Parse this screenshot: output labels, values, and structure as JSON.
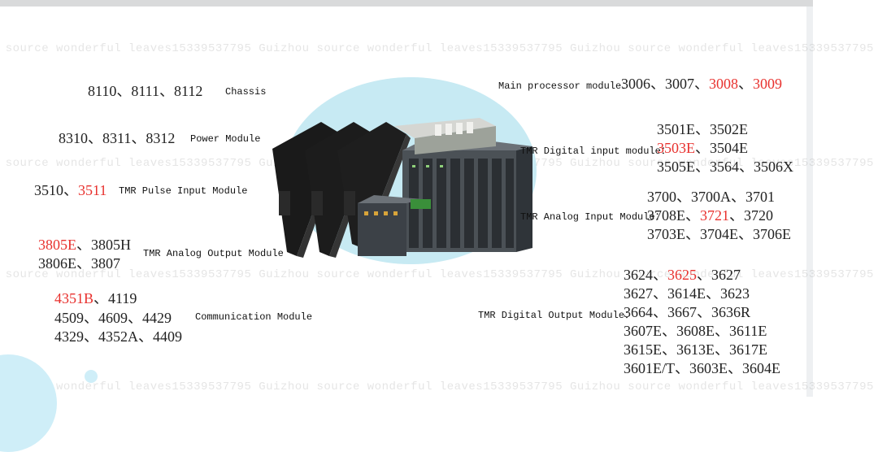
{
  "watermark": {
    "line1": "ou source wonderful leaves15339537795  Guizhou source wonderful leaves15339537795  Guizhou source wonderful leaves15339537795",
    "line2": "ou source wonderful leaves15339537795  Guizhou source wonderful leaves15339537795  Guizhou source wonderful leaves15339537795",
    "line3": "ou source wonderful leaves15339537795  Guizhou source wonderful leaves15339537795  Guizhou source wonderful leaves15339537795",
    "line4": "ou source wonderful leaves15339537795  Guizhou source wonderful leaves15339537795  Guizhou source wonderful leaves15339537795"
  },
  "chassis": {
    "models": "8110、8111、8112",
    "label": "Chassis"
  },
  "power": {
    "models": "8310、8311、8312",
    "label": "Power Module"
  },
  "pulse": {
    "m1": "3510、",
    "m2": "3511",
    "label": "TMR Pulse Input Module"
  },
  "analog_out": {
    "m1": "3805E",
    "m2": "、3805H",
    "m3": "3806E、3807",
    "label": "TMR Analog Output Module"
  },
  "comm": {
    "m1": "4351B",
    "m2": "、4119",
    "m3": "4509、4609、4429",
    "m4": "4329、4352A、4409",
    "label": "Communication Module"
  },
  "main_proc": {
    "label": "Main processor module：",
    "m1": "3006、3007、",
    "m2": "3008",
    "m3": "、",
    "m4": "3009"
  },
  "digital_in": {
    "label": "TMR Digital input module：",
    "l1": "3501E、3502E",
    "l2a": "3503E",
    "l2b": "、3504E",
    "l3": "3505E、3564、3506X"
  },
  "analog_in": {
    "label": "TMR Analog Input Module：",
    "l1": "3700、3700A、3701",
    "l2a": "3708E、",
    "l2b": "3721",
    "l2c": "、3720",
    "l3": "3703E、3704E、3706E"
  },
  "digital_out": {
    "label": "TMR Digital Output Module：",
    "l1a": "3624、",
    "l1b": "3625",
    "l1c": "、3627",
    "l2": "3627、3614E、3623",
    "l3": "3664、3667、3636R",
    "l4": "3607E、3608E、3611E",
    "l5": "3615E、3613E、3617E",
    "l6": "3601E/T、3603E、3604E"
  },
  "colors": {
    "accent_red": "#e8312e",
    "circle_blue": "#c7eaf3"
  },
  "icons": {
    "hardware": "plc-rack-image"
  }
}
